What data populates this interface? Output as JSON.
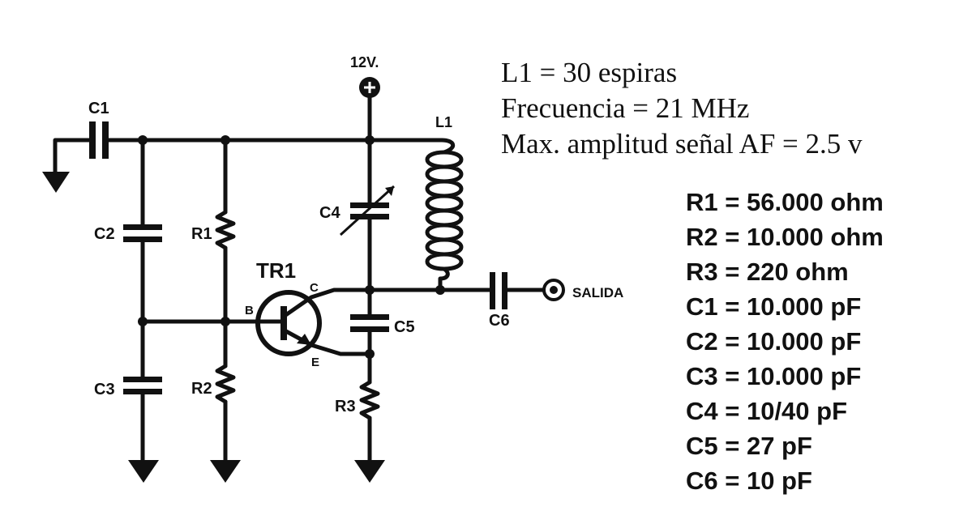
{
  "circuit": {
    "supply_label": "12V.",
    "transistor_label": "TR1",
    "pins": {
      "base": "B",
      "collector": "C",
      "emitter": "E"
    },
    "output_label": "SALIDA",
    "components": {
      "c1": "C1",
      "c2": "C2",
      "c3": "C3",
      "c4": "C4",
      "c5": "C5",
      "c6": "C6",
      "r1": "R1",
      "r2": "R2",
      "r3": "R3",
      "l1": "L1"
    }
  },
  "specs": [
    "L1 = 30 espiras",
    "Frecuencia = 21 MHz",
    "Max. amplitud señal AF = 2.5 v"
  ],
  "component_values": [
    "R1 = 56.000 ohm",
    "R2 = 10.000 ohm",
    "R3 = 220 ohm",
    "C1 = 10.000 pF",
    "C2 = 10.000 pF",
    "C3 = 10.000 pF",
    "C4 = 10/40 pF",
    "C5 = 27 pF",
    "C6 = 10 pF"
  ]
}
